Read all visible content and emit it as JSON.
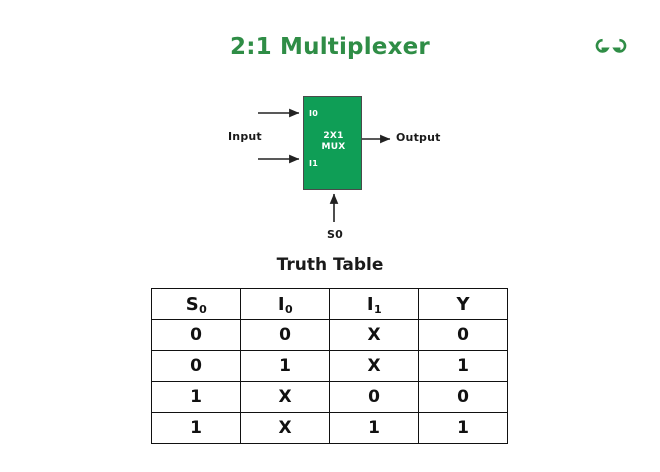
{
  "page": {
    "title": "2:1 Multiplexer",
    "title_color": "#2f8d46",
    "background": "#ffffff"
  },
  "brand": {
    "logo_icon": "geeksforgeeks-logo-icon",
    "color": "#2f8d46"
  },
  "diagram": {
    "name": "mux-block-diagram",
    "block": {
      "fill_color": "#0f9e56",
      "border_color": "#4a4a4a",
      "core_label_line1": "2X1",
      "core_label_line2": "MUX",
      "input_label_top": "I0",
      "input_label_bottom": "I1"
    },
    "labels": {
      "input": "Input",
      "output": "Output",
      "select": "S0"
    },
    "arrows": [
      {
        "name": "input-arrow-i0",
        "direction": "right"
      },
      {
        "name": "input-arrow-i1",
        "direction": "right"
      },
      {
        "name": "output-arrow",
        "direction": "right"
      },
      {
        "name": "select-arrow-s0",
        "direction": "up"
      }
    ]
  },
  "truth_table": {
    "heading": "Truth Table",
    "headers": [
      {
        "base": "S",
        "sub": "0"
      },
      {
        "base": "I",
        "sub": "0"
      },
      {
        "base": "I",
        "sub": "1"
      },
      {
        "base": "Y",
        "sub": ""
      }
    ],
    "rows": [
      [
        "0",
        "0",
        "X",
        "0"
      ],
      [
        "0",
        "1",
        "X",
        "1"
      ],
      [
        "1",
        "X",
        "0",
        "0"
      ],
      [
        "1",
        "X",
        "1",
        "1"
      ]
    ]
  }
}
